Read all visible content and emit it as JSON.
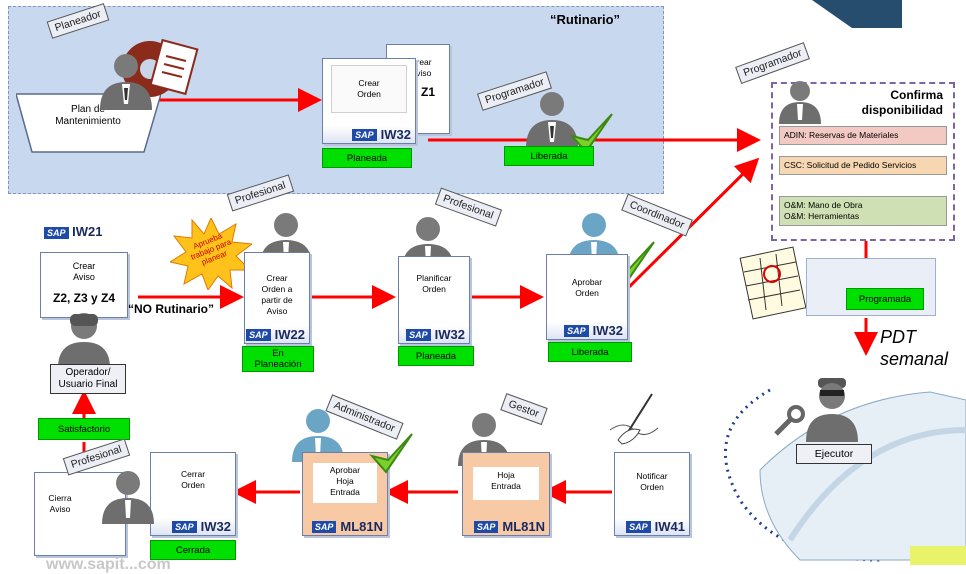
{
  "title_rutinario": "“Rutinario”",
  "label_no_rutinario": "“NO Rutinario”",
  "pdt_semanal": [
    "PDT",
    "semanal"
  ],
  "roles": {
    "planeador": "Planeador",
    "programador_1": "Programador",
    "programador_2": "Programador",
    "profesional_1": "Profesional",
    "profesional_2": "Profesional",
    "profesional_3": "Profesional",
    "coordinador": "Coordinador",
    "administrador": "Administrador",
    "gestor": "Gestor",
    "operador": [
      "Operador/",
      "Usuario Final"
    ],
    "ejecutor": "Ejecutor"
  },
  "plan_mantenimiento": [
    "Plan de",
    "Mantenimiento"
  ],
  "starburst": [
    "Aprueba",
    "trabajo para",
    "planear"
  ],
  "sap_label": "SAP",
  "docs": {
    "crear_orden_top": {
      "text": [
        "Crear",
        "Orden"
      ],
      "tcode": "IW32",
      "status": "Planeada"
    },
    "crear_aviso_top": {
      "text": [
        "Crear",
        "Aviso"
      ],
      "zlabel": "Z1"
    },
    "iw21": {
      "tcode": "IW21",
      "text": [
        "Crear",
        "Aviso"
      ],
      "zlabel": "Z2, Z3 y Z4"
    },
    "crear_orden_aviso": {
      "text": [
        "Crear",
        "Orden a",
        "partir de",
        "Aviso"
      ],
      "tcode": "IW22",
      "status": [
        "En",
        "Planeación"
      ]
    },
    "planificar_orden": {
      "text": [
        "Planificar",
        "Orden"
      ],
      "tcode": "IW32",
      "status": "Planeada"
    },
    "aprobar_orden": {
      "text": [
        "Aprobar",
        "Orden"
      ],
      "tcode": "IW32",
      "status": "Liberada"
    },
    "cerrar_orden": {
      "text": [
        "Cerrar",
        "Orden"
      ],
      "tcode": "IW32",
      "status": "Cerrada"
    },
    "aprobar_hoja": {
      "text": [
        "Aprobar",
        "Hoja",
        "Entrada"
      ],
      "tcode": "ML81N"
    },
    "hoja_entrada": {
      "text": [
        "Hoja",
        "Entrada"
      ],
      "tcode": "ML81N"
    },
    "notificar_orden": {
      "text": [
        "Notificar",
        "Orden"
      ],
      "tcode": "IW41"
    },
    "cierra_aviso": {
      "text": [
        "Cierra",
        "Aviso"
      ]
    }
  },
  "status_liberada_top": "Liberada",
  "status_satisfactorio": "Satisfactorio",
  "confirma": [
    "Confirma",
    "disponibilidad"
  ],
  "conf_items": [
    {
      "text": "ADIN:  Reservas de Materiales",
      "color": "#f2c9c3"
    },
    {
      "text": "CSC:  Solicitud  de Pedido Servicios",
      "color": "#f7d6b2"
    },
    {
      "text": "O&M:  Mano de Obra\nO&M:  Herramientas",
      "color": "#cfe0b4"
    }
  ],
  "status_programada": "Programada",
  "footer_text": "www.sapit...com",
  "colors": {
    "arrow": "#ff0000",
    "status_green": "#00e000",
    "panel_blue": "#c8d8ee",
    "orange_doc": "#f7c9a4"
  }
}
